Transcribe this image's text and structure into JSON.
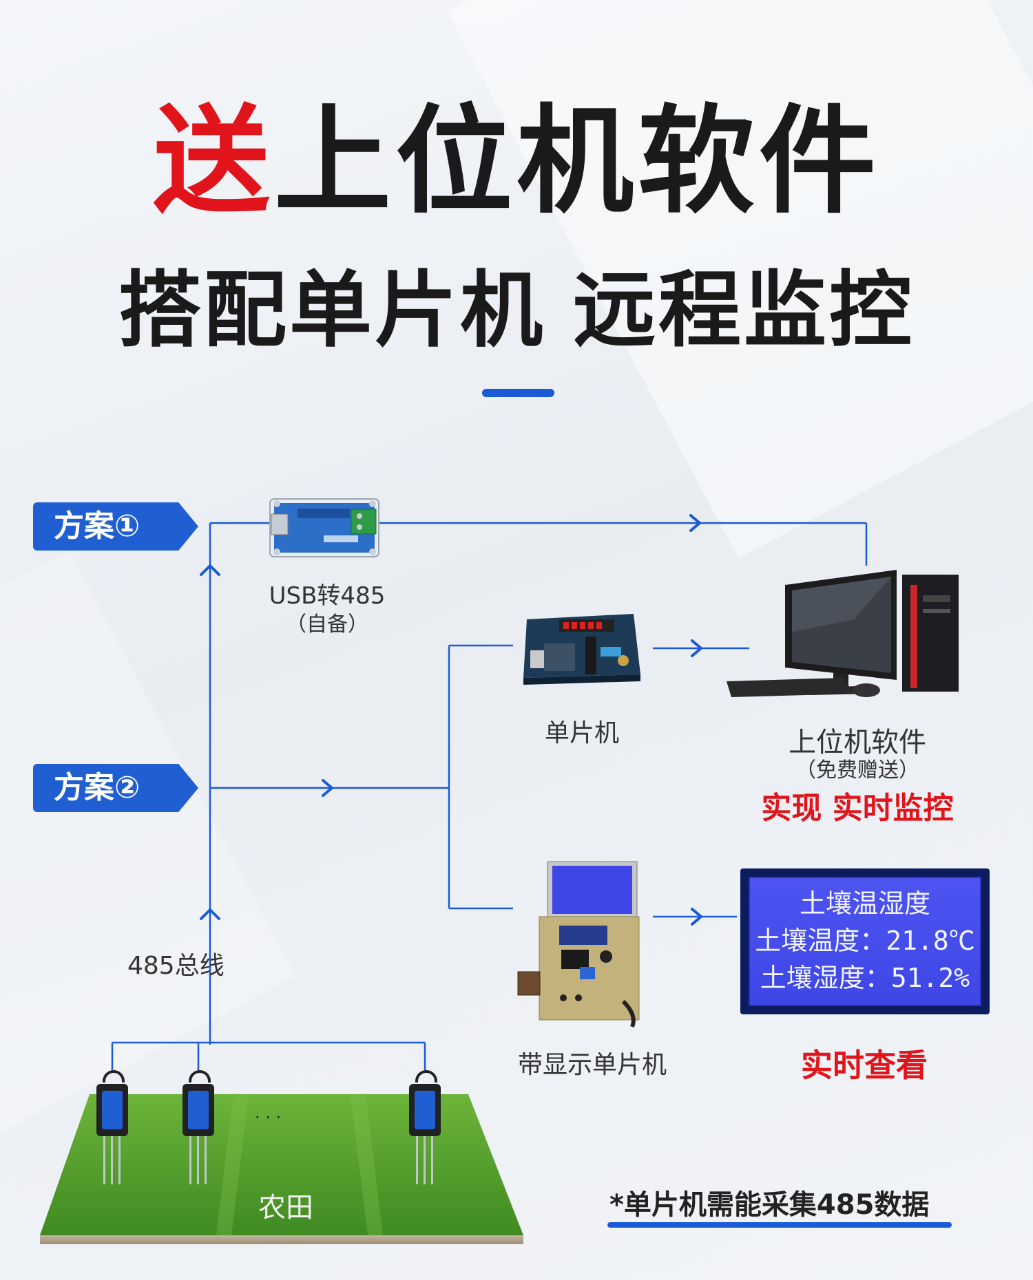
{
  "header": {
    "title_highlight": "送",
    "title_rest": "上位机软件",
    "subtitle_left": "搭配单片机",
    "subtitle_right": "远程监控"
  },
  "scheme1": {
    "label": "方案①"
  },
  "scheme2": {
    "label": "方案②"
  },
  "usb": {
    "name": "USB转485",
    "note": "（自备）"
  },
  "mcu": {
    "name": "单片机"
  },
  "mcu_display": {
    "name": "带显示单片机"
  },
  "pc": {
    "name": "上位机软件",
    "note": "（免费赠送）",
    "highlight": "实现 实时监控"
  },
  "bus": {
    "label": "485总线"
  },
  "lcd": {
    "title": "土壤温湿度",
    "temp": "土壤温度：21.8℃",
    "humid": "土壤湿度：51.2%",
    "caption": "实时查看"
  },
  "field": {
    "label": "农田",
    "ellipsis": "· · ·"
  },
  "footnote": {
    "text": "*单片机需能采集485数据"
  },
  "colors": {
    "accent": "#1f5fd1",
    "highlight": "#e0141a",
    "line": "#1a5ad6"
  }
}
